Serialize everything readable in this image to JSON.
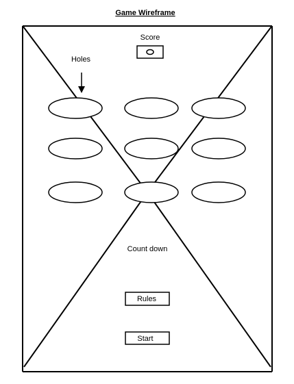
{
  "title": "Game Wireframe",
  "labels": {
    "score": "Score",
    "holes": "Holes",
    "countdown": "Count down"
  },
  "buttons": {
    "rules": "Rules",
    "start": "Start"
  },
  "holes": {
    "rows": 3,
    "columns": 3
  },
  "colors": {
    "stroke": "#000000",
    "background": "#ffffff"
  }
}
